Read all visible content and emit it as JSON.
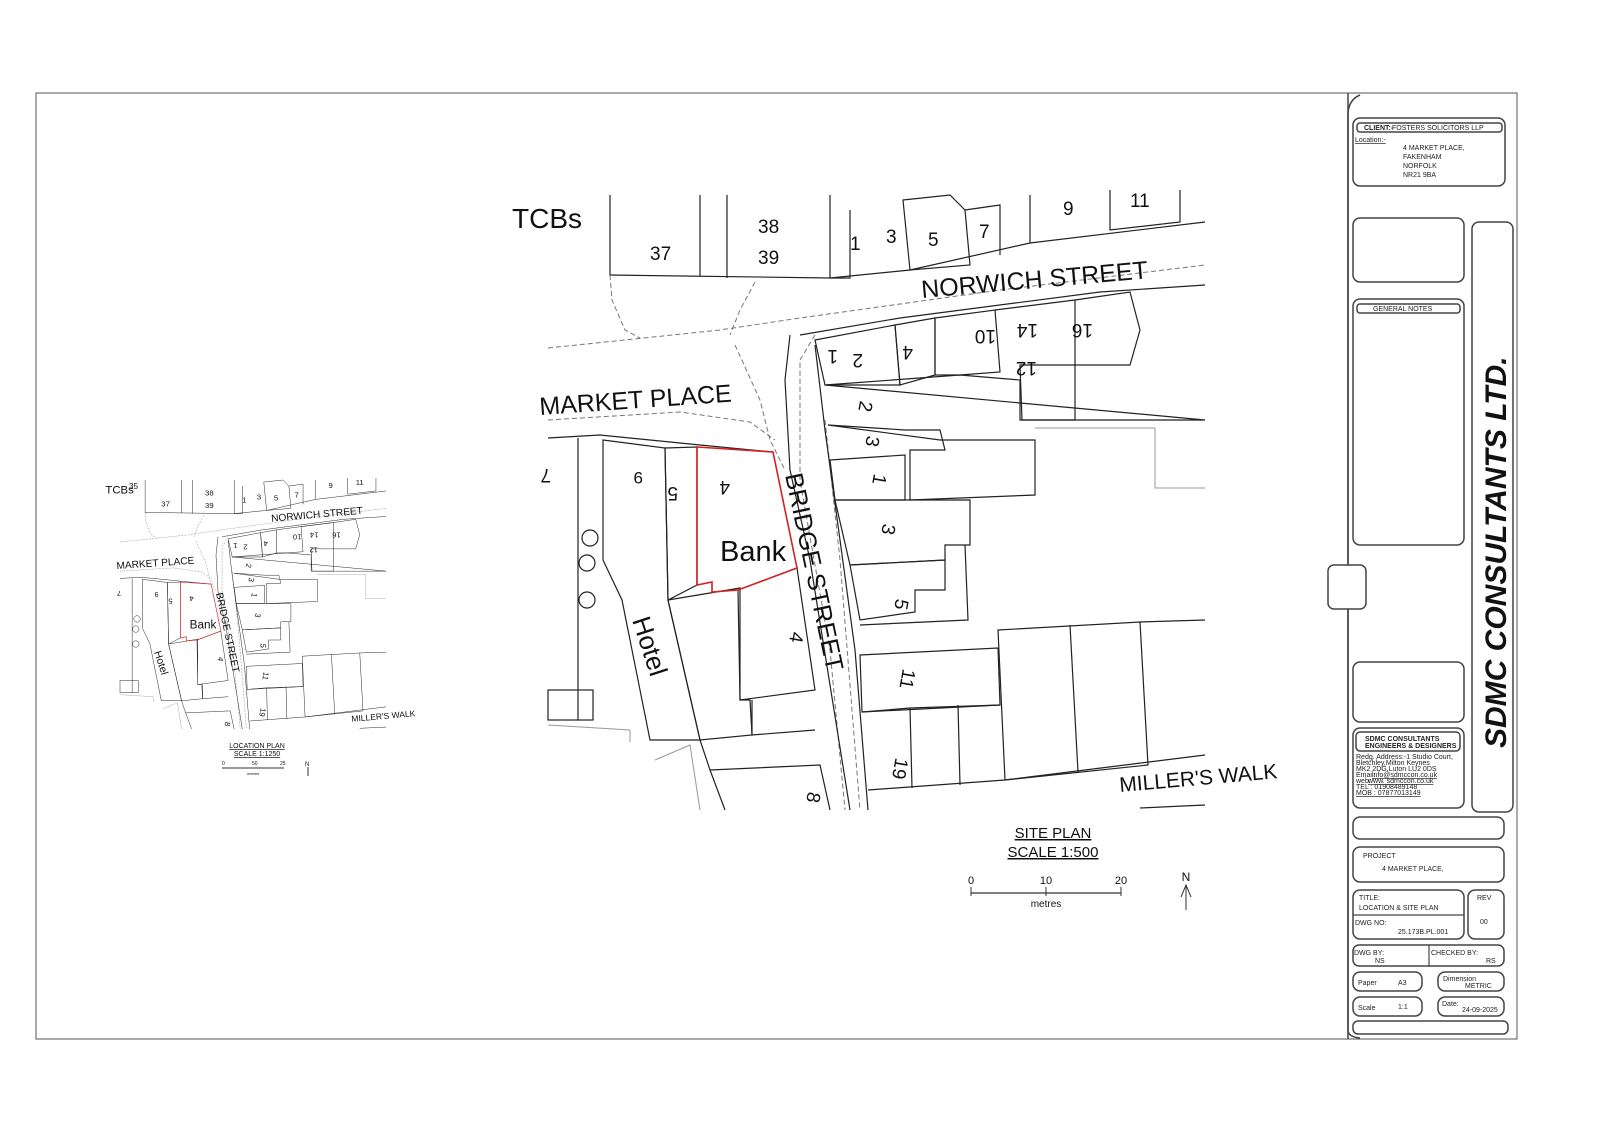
{
  "site_plan": {
    "labels": {
      "tcbs": "TCBs",
      "n37": "37",
      "n38": "38",
      "n39": "39",
      "n1": "1",
      "n3": "3",
      "n5": "5",
      "n7": "7",
      "n9": "9",
      "n11": "11",
      "norwich_street": "NORWICH STREET",
      "market_place": "MARKET PLACE",
      "e2": "2",
      "e4": "4",
      "e10": "10",
      "e14": "14",
      "e16": "16",
      "e1": "1",
      "e12": "12",
      "s2": "2",
      "s3": "3",
      "s1": "1",
      "s3b": "3",
      "s5": "5",
      "w7": "7",
      "w9": "9",
      "w5": "5",
      "w4": "4",
      "bank": "Bank",
      "bridge_street": "BRIDGE STREET",
      "hotel": "Hotel",
      "c4": "4",
      "c11": "11",
      "c19": "19",
      "c8": "8",
      "millers_walk": "MILLER'S WALK"
    },
    "title": "SITE PLAN",
    "scale": "SCALE 1:500",
    "scale_bar": {
      "ticks": [
        "0",
        "10",
        "20"
      ],
      "unit": "metres"
    },
    "north": "N",
    "site_boundary_color": "#d42020"
  },
  "location_plan": {
    "extra_label": "35",
    "title": "LOCATION PLAN",
    "scale": "SCALE 1:1250",
    "scale_bar": {
      "ticks": [
        "0",
        "50",
        "25"
      ],
      "unit": "metres"
    },
    "north": "N"
  },
  "title_block": {
    "client_label": "CLIENT:-",
    "client": "FOSTERS SOLICITORS LLP",
    "location_label": "Location:-",
    "location": [
      "4 MARKET PLACE,",
      "FAKENHAM",
      "NORFOLK",
      "NR21 9BA"
    ],
    "general_notes": "GENERAL NOTES",
    "company_banner": "SDMC CONSULTANTS LTD.",
    "company": {
      "name": "SDMC CONSULTANTS",
      "tagline": "ENGINEERS & DESIGNERS",
      "address1": "Redg. Address:-1 Studio Court,",
      "address2": "Bletchley,Milton Keynes",
      "address3": "MK2 2DG,Luton LU2 0DS",
      "email_label": "Email:",
      "email": "info@sdmccon.co.uk",
      "web_label": "web:",
      "web": "www. sdmccon.co.uk",
      "tel": "TEL : 01908489148",
      "mob": "MOB : 07877013149"
    },
    "project_label": "PROJECT",
    "project": "4 MARKET PLACE,",
    "title_label": "TITLE:",
    "title": "LOCATION & SITE PLAN",
    "rev_label": "REV",
    "rev": "00",
    "dwg_no_label": "DWG NO:",
    "dwg_no": "25.173B.PL.001",
    "dwg_by_label": "DWG BY:",
    "dwg_by": "NS",
    "checked_by_label": "CHECKED BY:",
    "checked_by": "RS",
    "paper_label": "Paper",
    "paper": "A3",
    "dimension_label": "Dimension",
    "dimension": "METRIC",
    "scale_label": "Scale",
    "scale": "1:1",
    "date_label": "Date:",
    "date": "24-09-2025"
  }
}
